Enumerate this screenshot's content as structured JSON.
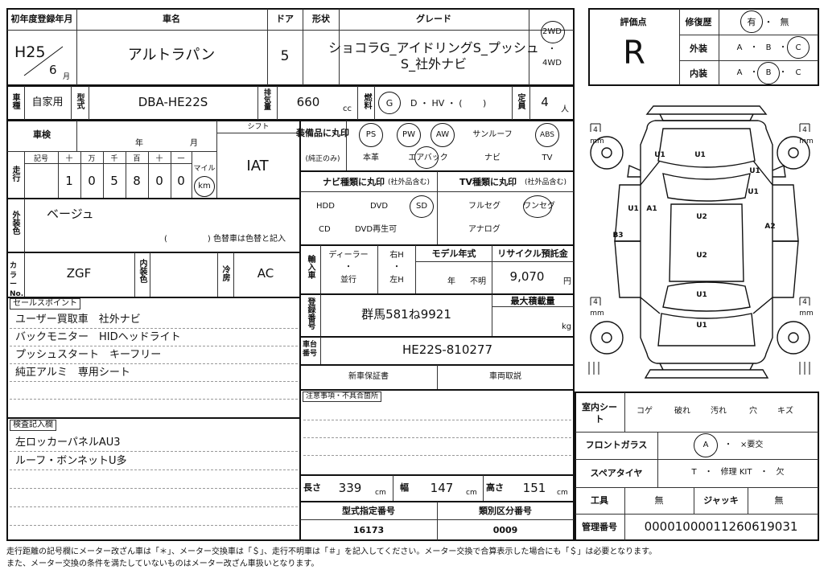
{
  "header": {
    "first_reg_label": "初年度登録年月",
    "era_year": "H25",
    "month": "6",
    "month_unit": "月",
    "car_name_label": "車名",
    "car_name": "アルトラパン",
    "doors_label": "ドア",
    "doors": "5",
    "shape_label": "形状",
    "grade_label": "グレード",
    "grade_line1": "ショコラG_アイドリングS_プッシュ",
    "grade_line2": "S_社外ナビ",
    "drive_2wd": "2WD",
    "drive_dot": "・",
    "drive_4wd": "4WD"
  },
  "score": {
    "label": "評価点",
    "value": "R",
    "repair_label": "修復歴",
    "repair_yes": "有",
    "repair_sep": "・",
    "repair_no": "無",
    "exterior_label": "外装",
    "exterior_grades": [
      "A",
      "・",
      "B",
      "・",
      "C"
    ],
    "interior_label": "内装",
    "interior_grades": [
      "A",
      "・",
      "B",
      "・",
      "C"
    ]
  },
  "row2": {
    "usage_label": "車種",
    "usage": "自家用",
    "model_label": "型式",
    "model": "DBA-HE22S",
    "displacement_label": "排気量",
    "displacement": "660",
    "displacement_unit": "cc",
    "fuel_label": "燃料",
    "fuel_options": "G ・ D ・ HV ・ (　　)",
    "fuel_g": "G",
    "fuel_rest": "D ・ HV ・ (　　 )",
    "capacity_label": "定員",
    "capacity": "4",
    "capacity_unit": "人"
  },
  "inspection": {
    "shaken_label": "車検",
    "year_unit": "年",
    "month_unit": "月",
    "shift_label": "シフト",
    "shift": "IAT",
    "mileage_label": "走行",
    "mileage_digits_label": [
      "記号",
      "十",
      "万",
      "千",
      "百",
      "十",
      "一"
    ],
    "mileage_digits": [
      "1",
      "0",
      "5",
      "8",
      "0",
      "0"
    ],
    "mile_label": "マイル",
    "km_label": "km"
  },
  "exterior_color": {
    "label": "外装色",
    "value": "ベージュ",
    "note": "(　　　　　) 色替車は色替と記入"
  },
  "color_no": {
    "label": "カラーNo.",
    "value": "ZGF",
    "interior_label": "内装色",
    "aircon_label": "冷房",
    "aircon": "AC"
  },
  "equipment": {
    "label": "装備品に丸印",
    "sub": "(純正のみ)",
    "row1": [
      "PS",
      "PW",
      "AW",
      "サンルーフ",
      "ABS"
    ],
    "row2": [
      "本革",
      "エアバック",
      "ナビ",
      "TV"
    ]
  },
  "navi": {
    "label": "ナビ種類に丸印",
    "sub": "(社外品含む)",
    "row1": [
      "HDD",
      "DVD",
      "SD"
    ],
    "row2": [
      "CD",
      "DVD再生可"
    ]
  },
  "tv": {
    "label": "TV種類に丸印",
    "sub": "(社外品含む)",
    "row1": [
      "フルセグ",
      "ワンセグ"
    ],
    "row2": [
      "アナログ"
    ]
  },
  "import": {
    "label": "輸入車",
    "dealer": "ディーラー",
    "dot": "・",
    "parallel": "並行",
    "right": "右H",
    "left": "左H",
    "model_year_label": "モデル年式",
    "year": "年",
    "unknown": "不明",
    "recycle_label": "リサイクル預託金",
    "recycle": "9,070",
    "recycle_unit": "円"
  },
  "registration": {
    "label": "登録番号",
    "value": "群馬581ね9921",
    "max_load_label": "最大積載量",
    "max_load_unit": "kg",
    "chassis_label": "車台番号",
    "chassis": "HE22S-810277",
    "warranty": "新車保証書",
    "manual": "車両取説"
  },
  "notes": {
    "caution_label": "注意事項・不具合箇所"
  },
  "sales_points": {
    "label": "セールスポイント",
    "lines": [
      "ユーザー買取車　社外ナビ",
      "バックモニター　HIDヘッドライト",
      "プッシュスタート　キーフリー",
      "純正アルミ　専用シート"
    ]
  },
  "inspector": {
    "label": "検査記入欄",
    "lines": [
      "左ロッカーパネルAU3",
      "ルーフ・ボンネットU多"
    ]
  },
  "dimensions": {
    "length_label": "長さ",
    "length": "339",
    "width_label": "幅",
    "width": "147",
    "height_label": "高さ",
    "height": "151",
    "unit": "cm",
    "type_no_label": "型式指定番号",
    "type_no": "16173",
    "class_no_label": "類別区分番号",
    "class_no": "0009"
  },
  "interior_cond": {
    "label": "室内シート",
    "items": [
      "コゲ",
      "破れ",
      "汚れ",
      "穴",
      "キズ"
    ],
    "windshield_label": "フロントガラス",
    "windshield_a": "A",
    "windshield_rest": "・　×要交",
    "spare_label": "スペアタイヤ",
    "spare_options": "T　・　修理 KIT　・　欠",
    "tools_label": "工具",
    "tools": "無",
    "jack_label": "ジャッキ",
    "jack": "無",
    "mgmt_label": "管理番号",
    "mgmt": "0000100001126061903​1"
  },
  "diagram": {
    "tread_top_left": "4",
    "tread_top_right": "4",
    "tread_bottom_left": "4",
    "tread_bottom_right": "4",
    "mm": "mm",
    "marks": [
      "U1",
      "U1",
      "U1",
      "U1",
      "U1",
      "A1",
      "U2",
      "U2",
      "A2",
      "B3",
      "U1",
      "U1"
    ]
  },
  "footer": {
    "line1": "走行距離の記号欄にメーター改ざん車は「＊」、メーター交換車は「＄」、走行不明車は「＃」を記入してください。メーター交換で合算表示した場合にも「＄」は必要となります。",
    "line2": "また、メーター交換の条件を満たしていないものはメーター改ざん車扱いとなります。"
  }
}
